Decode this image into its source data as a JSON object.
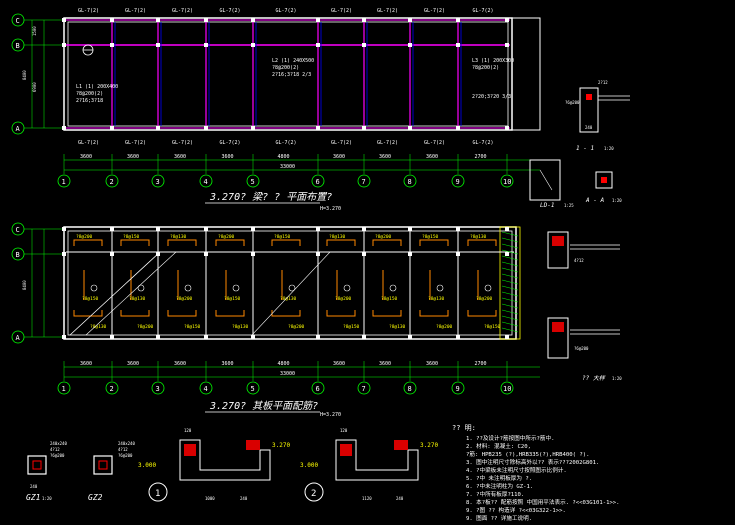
{
  "colors": {
    "background": "#000000",
    "wall": "#ffffff",
    "axis": "#00ff00",
    "beam": "#ff00ff",
    "rebar": "#ff8800",
    "text_yellow": "#ffff00",
    "text_white": "#ffffff",
    "column": "#ffffff",
    "dim": "#00ff00",
    "cyan": "#00ffff"
  },
  "axes": {
    "numbers": [
      "1",
      "2",
      "3",
      "4",
      "5",
      "6",
      "7",
      "8",
      "9",
      "10"
    ],
    "letters_top": [
      "C",
      "B",
      "A"
    ],
    "letters_bottom": [
      "C",
      "B",
      "A"
    ]
  },
  "dims": {
    "spans": [
      "3600",
      "3600",
      "3600",
      "3600",
      "4800",
      "3600",
      "3600",
      "3600",
      "2700"
    ],
    "total": "33000",
    "left_top": "1500",
    "left_mid": "6900",
    "left_total": "8400",
    "left_total2": "8400"
  },
  "plan1": {
    "title": "3.270? 梁? ? 平面布置?",
    "subtitle": "H=3.270",
    "beam_top": [
      "GL-7(2)",
      "GL-7(2)",
      "GL-7(2)",
      "GL-7(2)",
      "GL-7(2)",
      "GL-7(2)",
      "GL-7(2)",
      "GL-7(2)",
      "GL-7(2)"
    ],
    "beam_bottom": [
      "GL-7(2)",
      "GL-7(2)",
      "GL-7(2)",
      "GL-7(2)",
      "GL-7(2)",
      "GL-7(2)",
      "GL-7(2)",
      "GL-7(2)",
      "GL-7(2)"
    ],
    "note_left": "L1 (1) 200X400",
    "note_left2": "?8@200(2)",
    "note_left3": "2?16;3?18",
    "note_mid": "L2 (1) 240X500",
    "note_mid2": "?8@200(2)",
    "note_mid3": "2?16;3?18 2/3",
    "note_right": "L3 (1) 200X300",
    "note_right2": "?8@200(2)",
    "note_right3": "2?20;3?20 3/3"
  },
  "plan2": {
    "title": "3.270? 其板平面配筋?",
    "subtitle": "H=3.270",
    "mark_small": "?8@200",
    "mark_small2": "?8@150",
    "mark_small3": "?8@130"
  },
  "section11": {
    "title": "1 - 1",
    "scale": "1:20",
    "dims": [
      "240",
      "2?12",
      "?6@200"
    ]
  },
  "sectionAA": {
    "title": "A - A",
    "scale": "1:20"
  },
  "ld": {
    "title": "LD-1",
    "scale": "1:25"
  },
  "detail_right": {
    "title": "?? 大样",
    "scale": "1:20",
    "dims": [
      "4?12",
      "?6@200"
    ]
  },
  "columns": {
    "gz1": "GZ1",
    "gz2": "GZ2",
    "gz1_scale": "1:20",
    "gz1_dims": [
      "240x240",
      "4?12",
      "?6@200"
    ],
    "gz2_dims": [
      "240x240",
      "4?12",
      "?6@200"
    ],
    "dim240": "240"
  },
  "details": {
    "d1": "1",
    "d2": "2",
    "elev1": "3.000",
    "elev2": "3.270",
    "elev3": "3.000",
    "elev4": "3.270",
    "d1_dims": [
      "1000",
      "120",
      "240"
    ],
    "d2_dims": [
      "1120",
      "120",
      "240"
    ]
  },
  "notes": {
    "heading": "?? 明:",
    "lines": [
      "1.  ??及设计?筋按图中所示?筋中.",
      "2.  材料: 混凝土: C20,",
      "     ?筋: HPB235 (?),HRB335(?),HRB400( ?).",
      "3.  图中注明尺寸除标高外以?? 表示???2002G801.",
      "4.  ?中梁板未注明尺寸按照图示比例计.",
      "5.  ?中 未注明板厚为 ?.",
      "6.  ?中未注明柱为 GZ-1.",
      "7.  ?中所有板厚?110.",
      "8.  本?板?? 配筋按照 中国用平法表示. ?<<03G101-1>>.",
      "9.  ?图 ?? 构造详 ?<<03G322-1>>.",
      "9.  图面 ?? 详施工说明."
    ]
  }
}
